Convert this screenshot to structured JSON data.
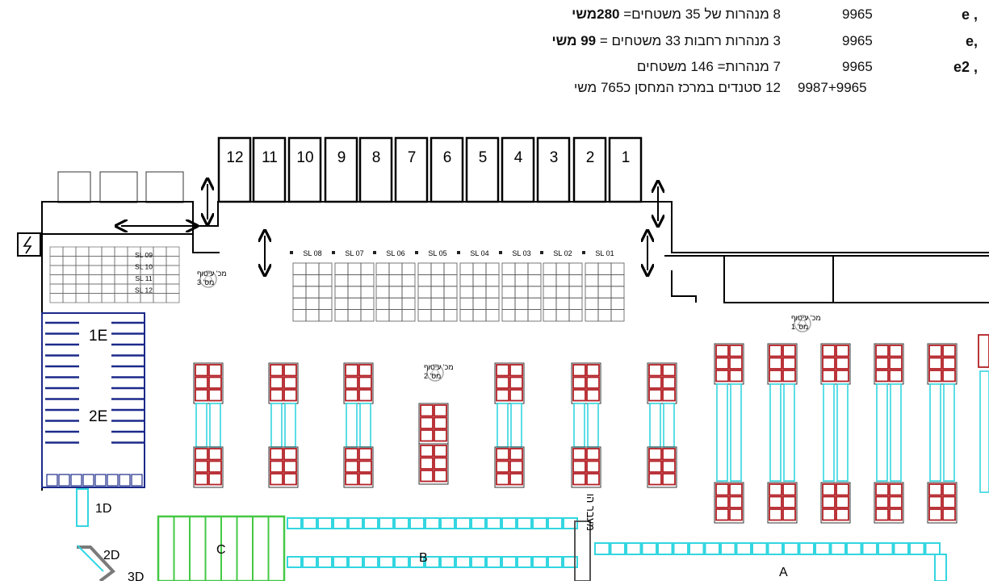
{
  "legend": {
    "rows": [
      {
        "zone": "e ,",
        "code": "9965",
        "desc_pre": "8 מנהרות  של 35 משטחים= ",
        "desc_bold": "280משי"
      },
      {
        "zone": "e,",
        "code": "9965",
        "desc_pre": "3 מנהרות רחבות 33 משטחים =  ",
        "desc_bold": "99 משי"
      },
      {
        "zone": "e2 ,",
        "code": "9965",
        "desc_pre": "7 מנהרות=  146 משטחים",
        "desc_bold": ""
      },
      {
        "zone": "",
        "code": "9987+9965",
        "desc_pre": "12 סטנדים במרכז המחסן כ765 משי",
        "desc_bold": ""
      }
    ]
  },
  "plan": {
    "docks": [
      "12",
      "11",
      "10",
      "9",
      "8",
      "7",
      "6",
      "5",
      "4",
      "3",
      "2",
      "1"
    ],
    "sl_top": [
      "SL 08",
      "SL 07",
      "SL 06",
      "SL 05",
      "SL 04",
      "SL 03",
      "SL 02",
      "SL 01"
    ],
    "sl_left": [
      "SL 09",
      "SL 10",
      "SL 11",
      "SL 12"
    ],
    "zones": {
      "e1": "1E",
      "e2": "2E",
      "d1": "1D",
      "d2": "2D",
      "d3": "3D",
      "a": "A",
      "b": "B",
      "c": "C"
    },
    "extinguishers": [
      {
        "l1": "מכ' עיטוף",
        "l2": "מס' 3"
      },
      {
        "l1": "מכ' עיטוף",
        "l2": "מס' 2"
      },
      {
        "l1": "מכ' עיטוף",
        "l2": "מס' 1"
      }
    ],
    "passage": "מעבר הו",
    "colors": {
      "navy": "#1c2a8a",
      "cyan": "#33d6e0",
      "red": "#b31f25",
      "green": "#44c844",
      "grey": "#7a7a7a"
    }
  }
}
